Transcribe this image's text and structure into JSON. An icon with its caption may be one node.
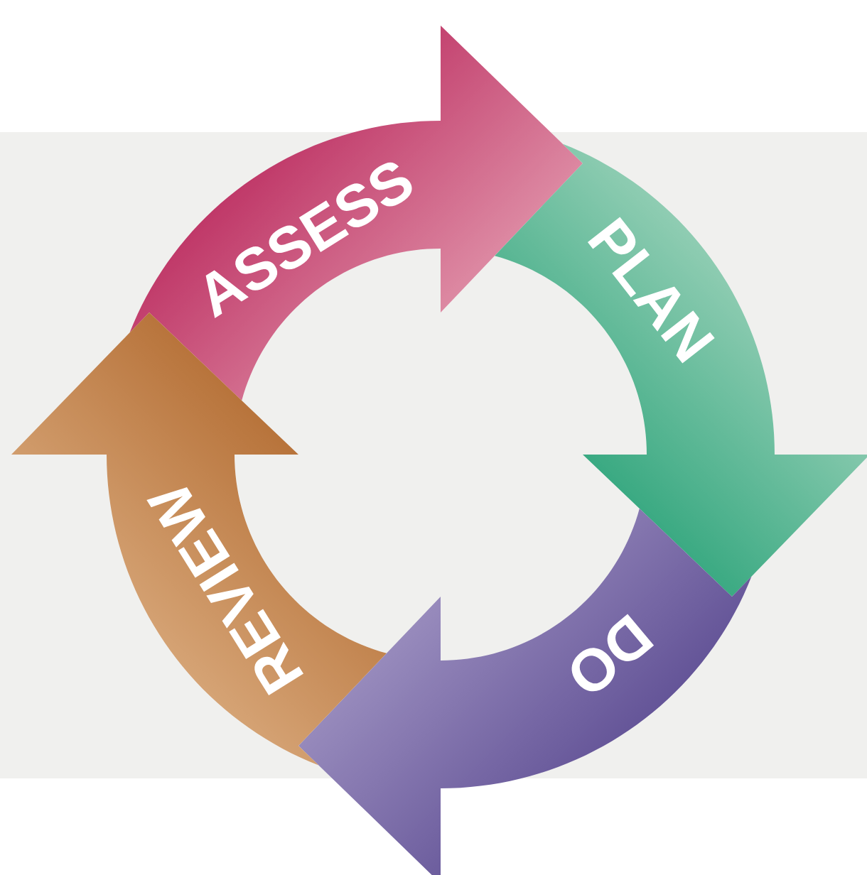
{
  "diagram": {
    "nodes": [
      {
        "text": [
          "ASSESS"
        ]
      },
      {
        "text": [
          "PLAN"
        ]
      },
      {
        "text": [
          "DO"
        ]
      },
      {
        "text": [
          "REVIEW"
        ]
      }
    ]
  }
}
